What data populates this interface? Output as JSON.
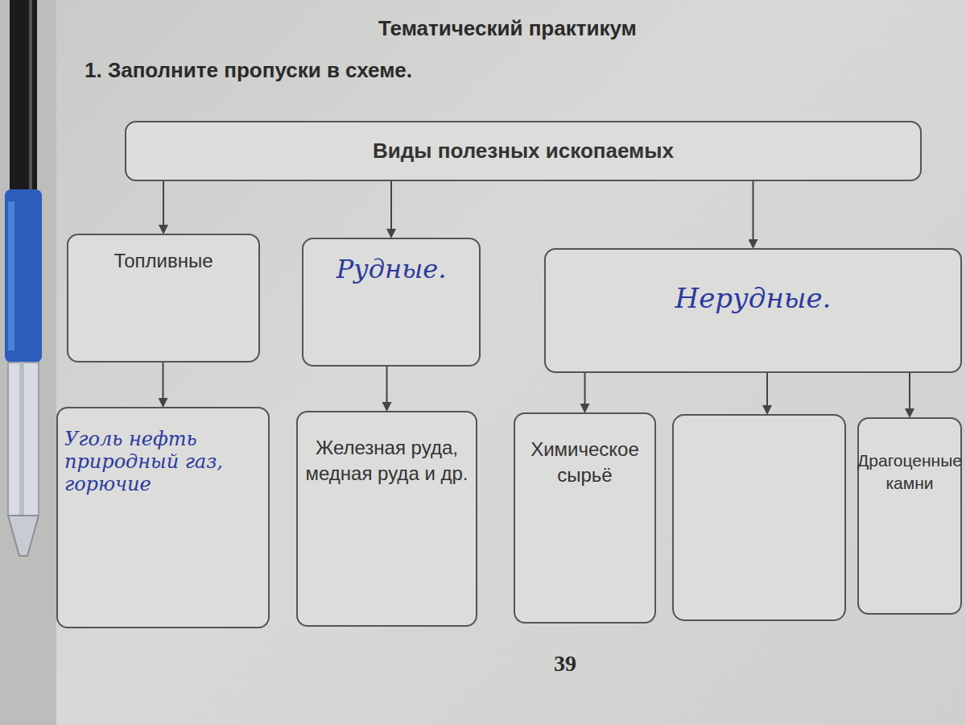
{
  "diagram": {
    "title": "Тематический практикум",
    "nodes": [
      {
        "text": [
          "Виды полезных ископаемых"
        ]
      },
      {
        "text": [
          "Топливные"
        ]
      },
      {
        "text": [
          "Рудные."
        ]
      },
      {
        "text": [
          "Нерудные."
        ]
      },
      {
        "text": [
          "Уголь нефть природный газ, горючие"
        ]
      },
      {
        "text": [
          "Железная руда, медная руда и др."
        ]
      },
      {
        "text": [
          "Химическое сырьё"
        ]
      },
      {
        "text": [
          "Драгоценные камни"
        ]
      }
    ],
    "edges": [
      {
        "from": 0,
        "to": 1,
        "arrow": "to"
      },
      {
        "from": 0,
        "to": 2,
        "arrow": "to"
      },
      {
        "from": 0,
        "to": 3,
        "arrow": "to"
      },
      {
        "from": 1,
        "to": 4,
        "arrow": "to"
      },
      {
        "from": 2,
        "to": 5,
        "arrow": "to"
      },
      {
        "from": 3,
        "to": 6,
        "arrow": "to"
      },
      {
        "from": 3,
        "to": 7,
        "arrow": "to"
      }
    ],
    "labels": [
      "1. Заполните пропуски в схеме.",
      "39"
    ]
  }
}
